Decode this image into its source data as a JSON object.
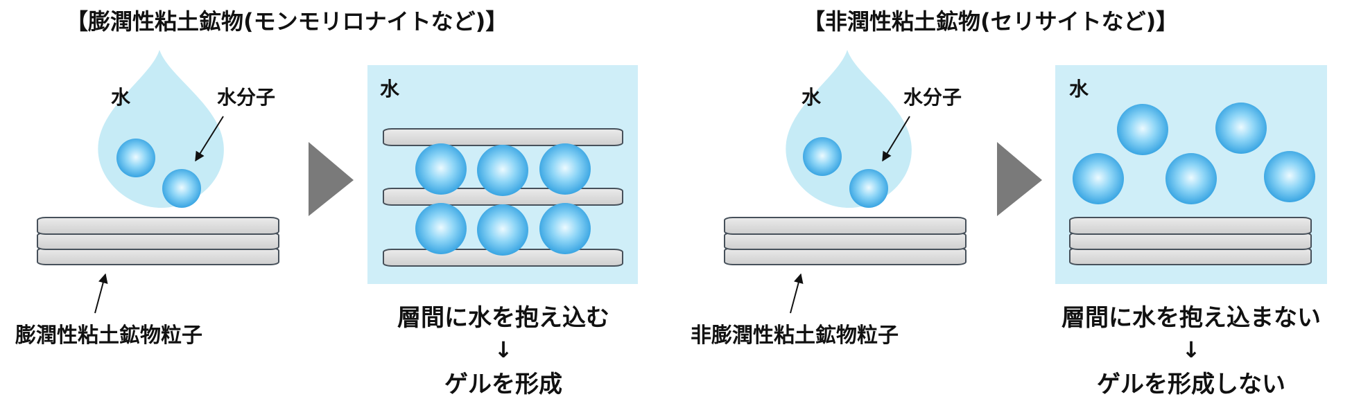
{
  "colors": {
    "water_drop": "#c6ebf6",
    "water_box": "#cfeef8",
    "molecule_center": "#e6f8ff",
    "molecule_edge": "#39a9e6",
    "plate_fill": "#d3d3d3",
    "plate_top": "#e4e4e4",
    "plate_stroke": "#46505a",
    "arrow_gray": "#7a7a7a",
    "text": "#111111"
  },
  "left_panel": {
    "title": "【膨潤性粘土鉱物(モンモリロナイトなど)】",
    "drop_label": "水",
    "molecule_label": "水分子",
    "particle_label": "膨潤性粘土鉱物粒子",
    "box_label": "水",
    "caption_line1": "層間に水を抱え込む",
    "caption_arrow": "↓",
    "caption_line2": "ゲルを形成"
  },
  "right_panel": {
    "title": "【非潤性粘土鉱物(セリサイトなど)】",
    "drop_label": "水",
    "molecule_label": "水分子",
    "particle_label": "非膨潤性粘土鉱物粒子",
    "box_label": "水",
    "caption_line1": "層間に水を抱え込まない",
    "caption_arrow": "↓",
    "caption_line2": "ゲルを形成しない"
  }
}
